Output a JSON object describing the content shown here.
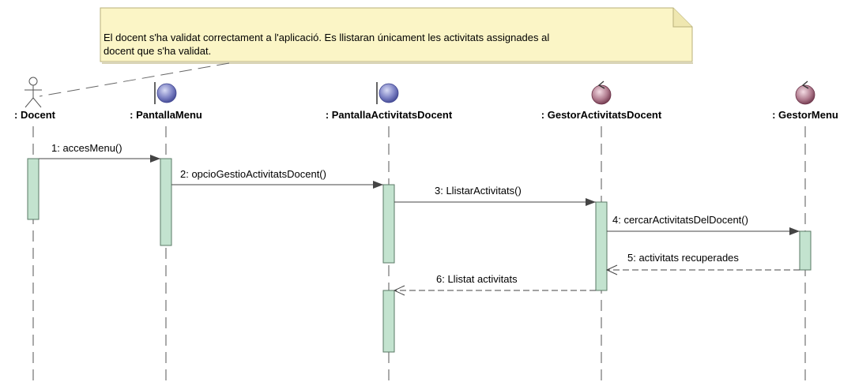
{
  "note": {
    "line1": "El docent s'ha validat correctament a l'aplicació. Es llistaran únicament les activitats assignades al",
    "line2": "docent que s'ha validat."
  },
  "lifelines": [
    {
      "id": "docent",
      "label": ": Docent",
      "kind": "actor"
    },
    {
      "id": "pantalla-menu",
      "label": ": PantallaMenu",
      "kind": "boundary"
    },
    {
      "id": "pantalla-activitats-docent",
      "label": ": PantallaActivitatsDocent",
      "kind": "boundary"
    },
    {
      "id": "gestor-activitats-docent",
      "label": ": GestorActivitatsDocent",
      "kind": "control"
    },
    {
      "id": "gestor-menu",
      "label": ": GestorMenu",
      "kind": "control"
    }
  ],
  "messages": [
    {
      "label": "1: accesMenu()",
      "from": "docent",
      "to": "pantalla-menu",
      "type": "call"
    },
    {
      "label": "2: opcioGestioActivitatsDocent()",
      "from": "pantalla-menu",
      "to": "pantalla-activitats-docent",
      "type": "call"
    },
    {
      "label": "3: LlistarActivitats()",
      "from": "pantalla-activitats-docent",
      "to": "gestor-activitats-docent",
      "type": "call"
    },
    {
      "label": "4: cercarActivitatsDelDocent()",
      "from": "gestor-activitats-docent",
      "to": "gestor-menu",
      "type": "call"
    },
    {
      "label": "5: activitats recuperades",
      "from": "gestor-menu",
      "to": "gestor-activitats-docent",
      "type": "return"
    },
    {
      "label": "6: Llistat activitats",
      "from": "gestor-activitats-docent",
      "to": "pantalla-activitats-docent",
      "type": "return"
    }
  ],
  "colors": {
    "note_fill": "#fbf5c6",
    "note_border": "#b8b07a",
    "activation_fill": "#c3e3cf",
    "activation_border": "#5a7a66",
    "boundary_fill": "#6b6fb5",
    "control_fill": "#a0647a",
    "line": "#444444"
  }
}
